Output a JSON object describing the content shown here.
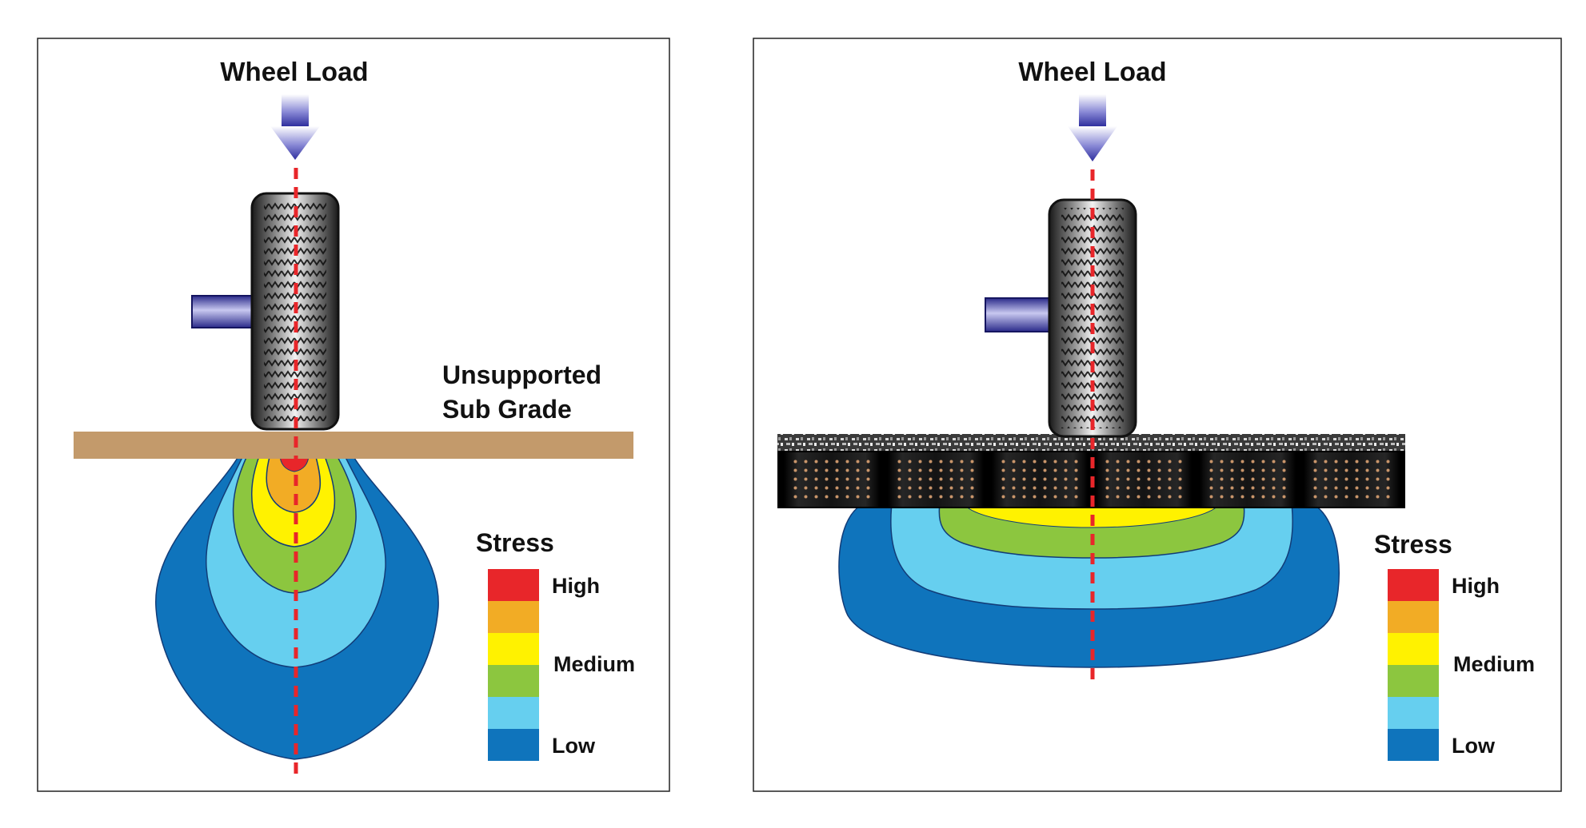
{
  "colors": {
    "high": "#e8262a",
    "medium_high": "#f2ac25",
    "medium": "#fff200",
    "medium_low": "#8cc63f",
    "low_light": "#66cfef",
    "low": "#0f74bc",
    "subgrade": "#c39a6b",
    "centerline": "#e8262a",
    "arrow": "#3b3ba8"
  },
  "panels": [
    {
      "id": "unsupported",
      "load_label": "Wheel Load",
      "surface_label_line1": "Unsupported",
      "surface_label_line2": "Sub Grade",
      "legend": {
        "title": "Stress",
        "levels": [
          "High",
          "",
          "Medium",
          "",
          "",
          "Low"
        ],
        "labels": [
          "High",
          "Medium",
          "Low"
        ]
      }
    },
    {
      "id": "supported",
      "load_label": "Wheel Load",
      "legend": {
        "title": "Stress",
        "levels": [
          "High",
          "",
          "Medium",
          "",
          "",
          "Low"
        ],
        "labels": [
          "High",
          "Medium",
          "Low"
        ]
      }
    }
  ]
}
